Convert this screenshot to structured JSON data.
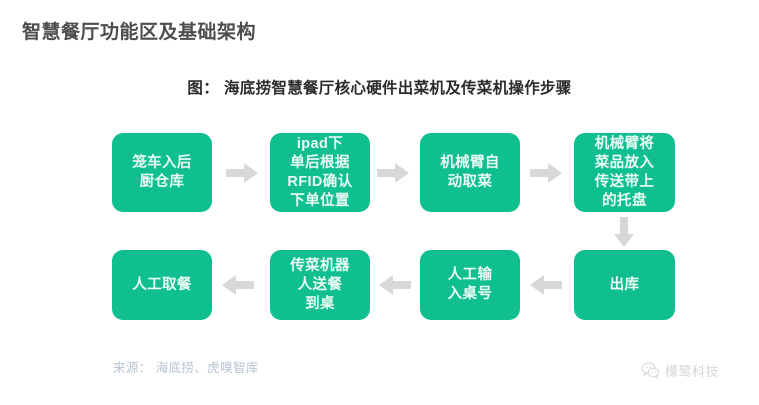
{
  "page_title": "智慧餐厅功能区及基础架构",
  "chart_subtitle": {
    "prefix": "图：",
    "text": "海底捞智慧餐厅核心硬件出菜机及传菜机操作步骤"
  },
  "colors": {
    "box_fill": "#10bf90",
    "box_text": "#eafaf4",
    "arrow": "#d8d8d8",
    "title": "#4d4d4d",
    "source": "#b6c4d4"
  },
  "flow": {
    "steps": [
      {
        "id": 1,
        "label": "笼车入后\n厨仓库"
      },
      {
        "id": 2,
        "label": "ipad下\n单后根据\nRFID确认\n下单位置"
      },
      {
        "id": 3,
        "label": "机械臂自\n动取菜"
      },
      {
        "id": 4,
        "label": "机械臂将\n菜品放入\n传送带上\n的托盘"
      },
      {
        "id": 5,
        "label": "出库"
      },
      {
        "id": 6,
        "label": "人工输\n入桌号"
      },
      {
        "id": 7,
        "label": "传菜机器\n人送餐\n到桌"
      },
      {
        "id": 8,
        "label": "人工取餐"
      }
    ],
    "connectors": [
      {
        "id": 1,
        "direction": "right",
        "from": 1,
        "to": 2
      },
      {
        "id": 2,
        "direction": "right",
        "from": 2,
        "to": 3
      },
      {
        "id": 3,
        "direction": "right",
        "from": 3,
        "to": 4
      },
      {
        "id": 4,
        "direction": "down",
        "from": 4,
        "to": 5
      },
      {
        "id": 5,
        "direction": "left",
        "from": 5,
        "to": 6
      },
      {
        "id": 6,
        "direction": "left",
        "from": 6,
        "to": 7
      },
      {
        "id": 7,
        "direction": "left",
        "from": 7,
        "to": 8
      }
    ]
  },
  "source_note": "来源： 海底捞、虎嗅智库",
  "watermark": {
    "icon": "wechat-icon",
    "text": "檬鹭科技"
  }
}
